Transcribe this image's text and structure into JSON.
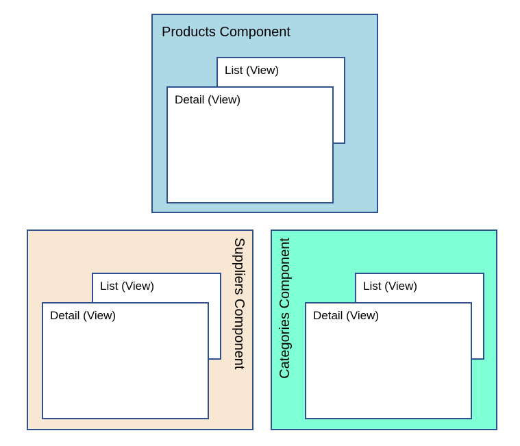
{
  "colors": {
    "border": "#2f4f8f",
    "products_fill": "#add8e6",
    "suppliers_fill": "#f7e7d3",
    "categories_fill": "#7fffd4",
    "view_fill": "#ffffff"
  },
  "components": {
    "products": {
      "label": "Products Component",
      "list_label": "List (View)",
      "detail_label": "Detail (View)"
    },
    "suppliers": {
      "label": "Suppliers Component",
      "list_label": "List (View)",
      "detail_label": "Detail (View)"
    },
    "categories": {
      "label": "Categories Component",
      "list_label": "List (View)",
      "detail_label": "Detail (View)"
    }
  }
}
